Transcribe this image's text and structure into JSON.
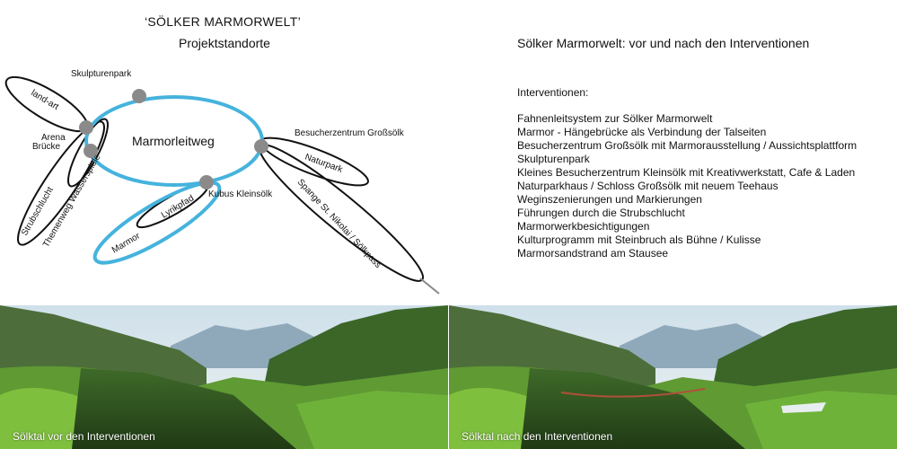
{
  "left": {
    "title": "‘SÖLKER MARMORWELT’",
    "subtitle": "Projektstandorte",
    "diagram": {
      "center_label": "Marmorleitweg",
      "labels": {
        "skulpturenpark": "Skulpturenpark",
        "land_art": "land-art",
        "arena": "Arena",
        "bruecke": "Brücke",
        "strubschlucht": "Strubschlucht",
        "themenweg": "Themenweg Wasserspiele",
        "marmor": "Marmor",
        "lyrikpfad": "Lyrikpfad",
        "kubus": "Kubus Kleinsölk",
        "besucherzentrum": "Besucherzentrum Großsölk",
        "naturpark": "Naturpark",
        "spange": "Spange St. Nikolai / Sölkpass"
      },
      "colors": {
        "route": "#45b3dd",
        "node": "#8a8a8a",
        "outline": "#111111"
      }
    }
  },
  "right": {
    "title": "Sölker Marmorwelt: vor und nach den Interventionen",
    "interventions_heading": "Interventionen:",
    "interventions": [
      "Fahnenleitsystem zur Sölker Marmorwelt",
      "Marmor - Hängebrücke als Verbindung der Talseiten",
      "Besucherzentrum Großsölk mit Marmorausstellung / Aussichtsplattform",
      "Skulpturenpark",
      "Kleines Besucherzentrum Kleinsölk mit Kreativwerkstatt, Cafe & Laden",
      "Naturparkhaus / Schloss Großsölk mit neuem Teehaus",
      "Weginszenierungen und Markierungen",
      "Führungen durch die Strubschlucht",
      "Marmorwerkbesichtigungen",
      "Kulturprogramm mit Steinbruch als Bühne / Kulisse",
      "Marmorsandstrand am Stausee"
    ]
  },
  "photos": {
    "before_caption": "Sölktal vor den Interventionen",
    "after_caption": "Sölktal nach den Interventionen"
  }
}
